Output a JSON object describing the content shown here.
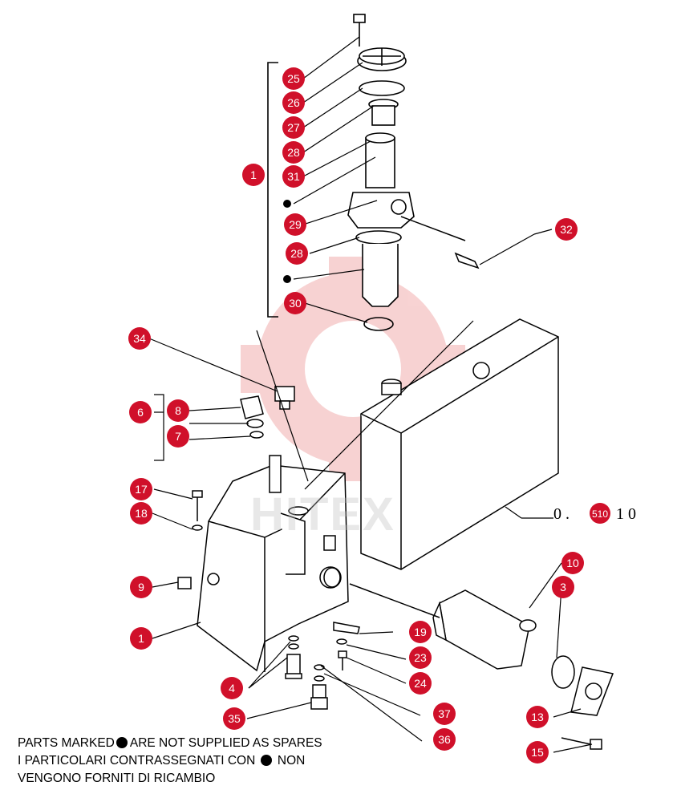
{
  "diagram": {
    "watermark_text": "HITEX",
    "callouts": [
      {
        "label": "25"
      },
      {
        "label": "26"
      },
      {
        "label": "27"
      },
      {
        "label": "28"
      },
      {
        "label": "31"
      },
      {
        "label": "1"
      },
      {
        "label": "29"
      },
      {
        "label": "28"
      },
      {
        "label": "30"
      },
      {
        "label": "32"
      },
      {
        "label": "34"
      },
      {
        "label": "6"
      },
      {
        "label": "8"
      },
      {
        "label": "7"
      },
      {
        "label": "17"
      },
      {
        "label": "18"
      },
      {
        "label": "9"
      },
      {
        "label": "1"
      },
      {
        "label": "4"
      },
      {
        "label": "35"
      },
      {
        "label": "19"
      },
      {
        "label": "23"
      },
      {
        "label": "24"
      },
      {
        "label": "37"
      },
      {
        "label": "36"
      },
      {
        "label": "10"
      },
      {
        "label": "3"
      },
      {
        "label": "13"
      },
      {
        "label": "15"
      },
      {
        "label": "510"
      }
    ],
    "ref_left": "0 .",
    "ref_right": "1 0"
  },
  "notes": {
    "line1_before": "PARTS MARKED",
    "line1_after": "ARE NOT SUPPLIED AS SPARES",
    "line2_before": "I PARTICOLARI CONTRASSEGNATI CON",
    "line2_after": "NON",
    "line3": "VENGONO FORNITI DI RICAMBIO"
  },
  "colors": {
    "callout_fill": "#d0102a",
    "line": "#000000",
    "watermark": "#f3b0b0"
  }
}
